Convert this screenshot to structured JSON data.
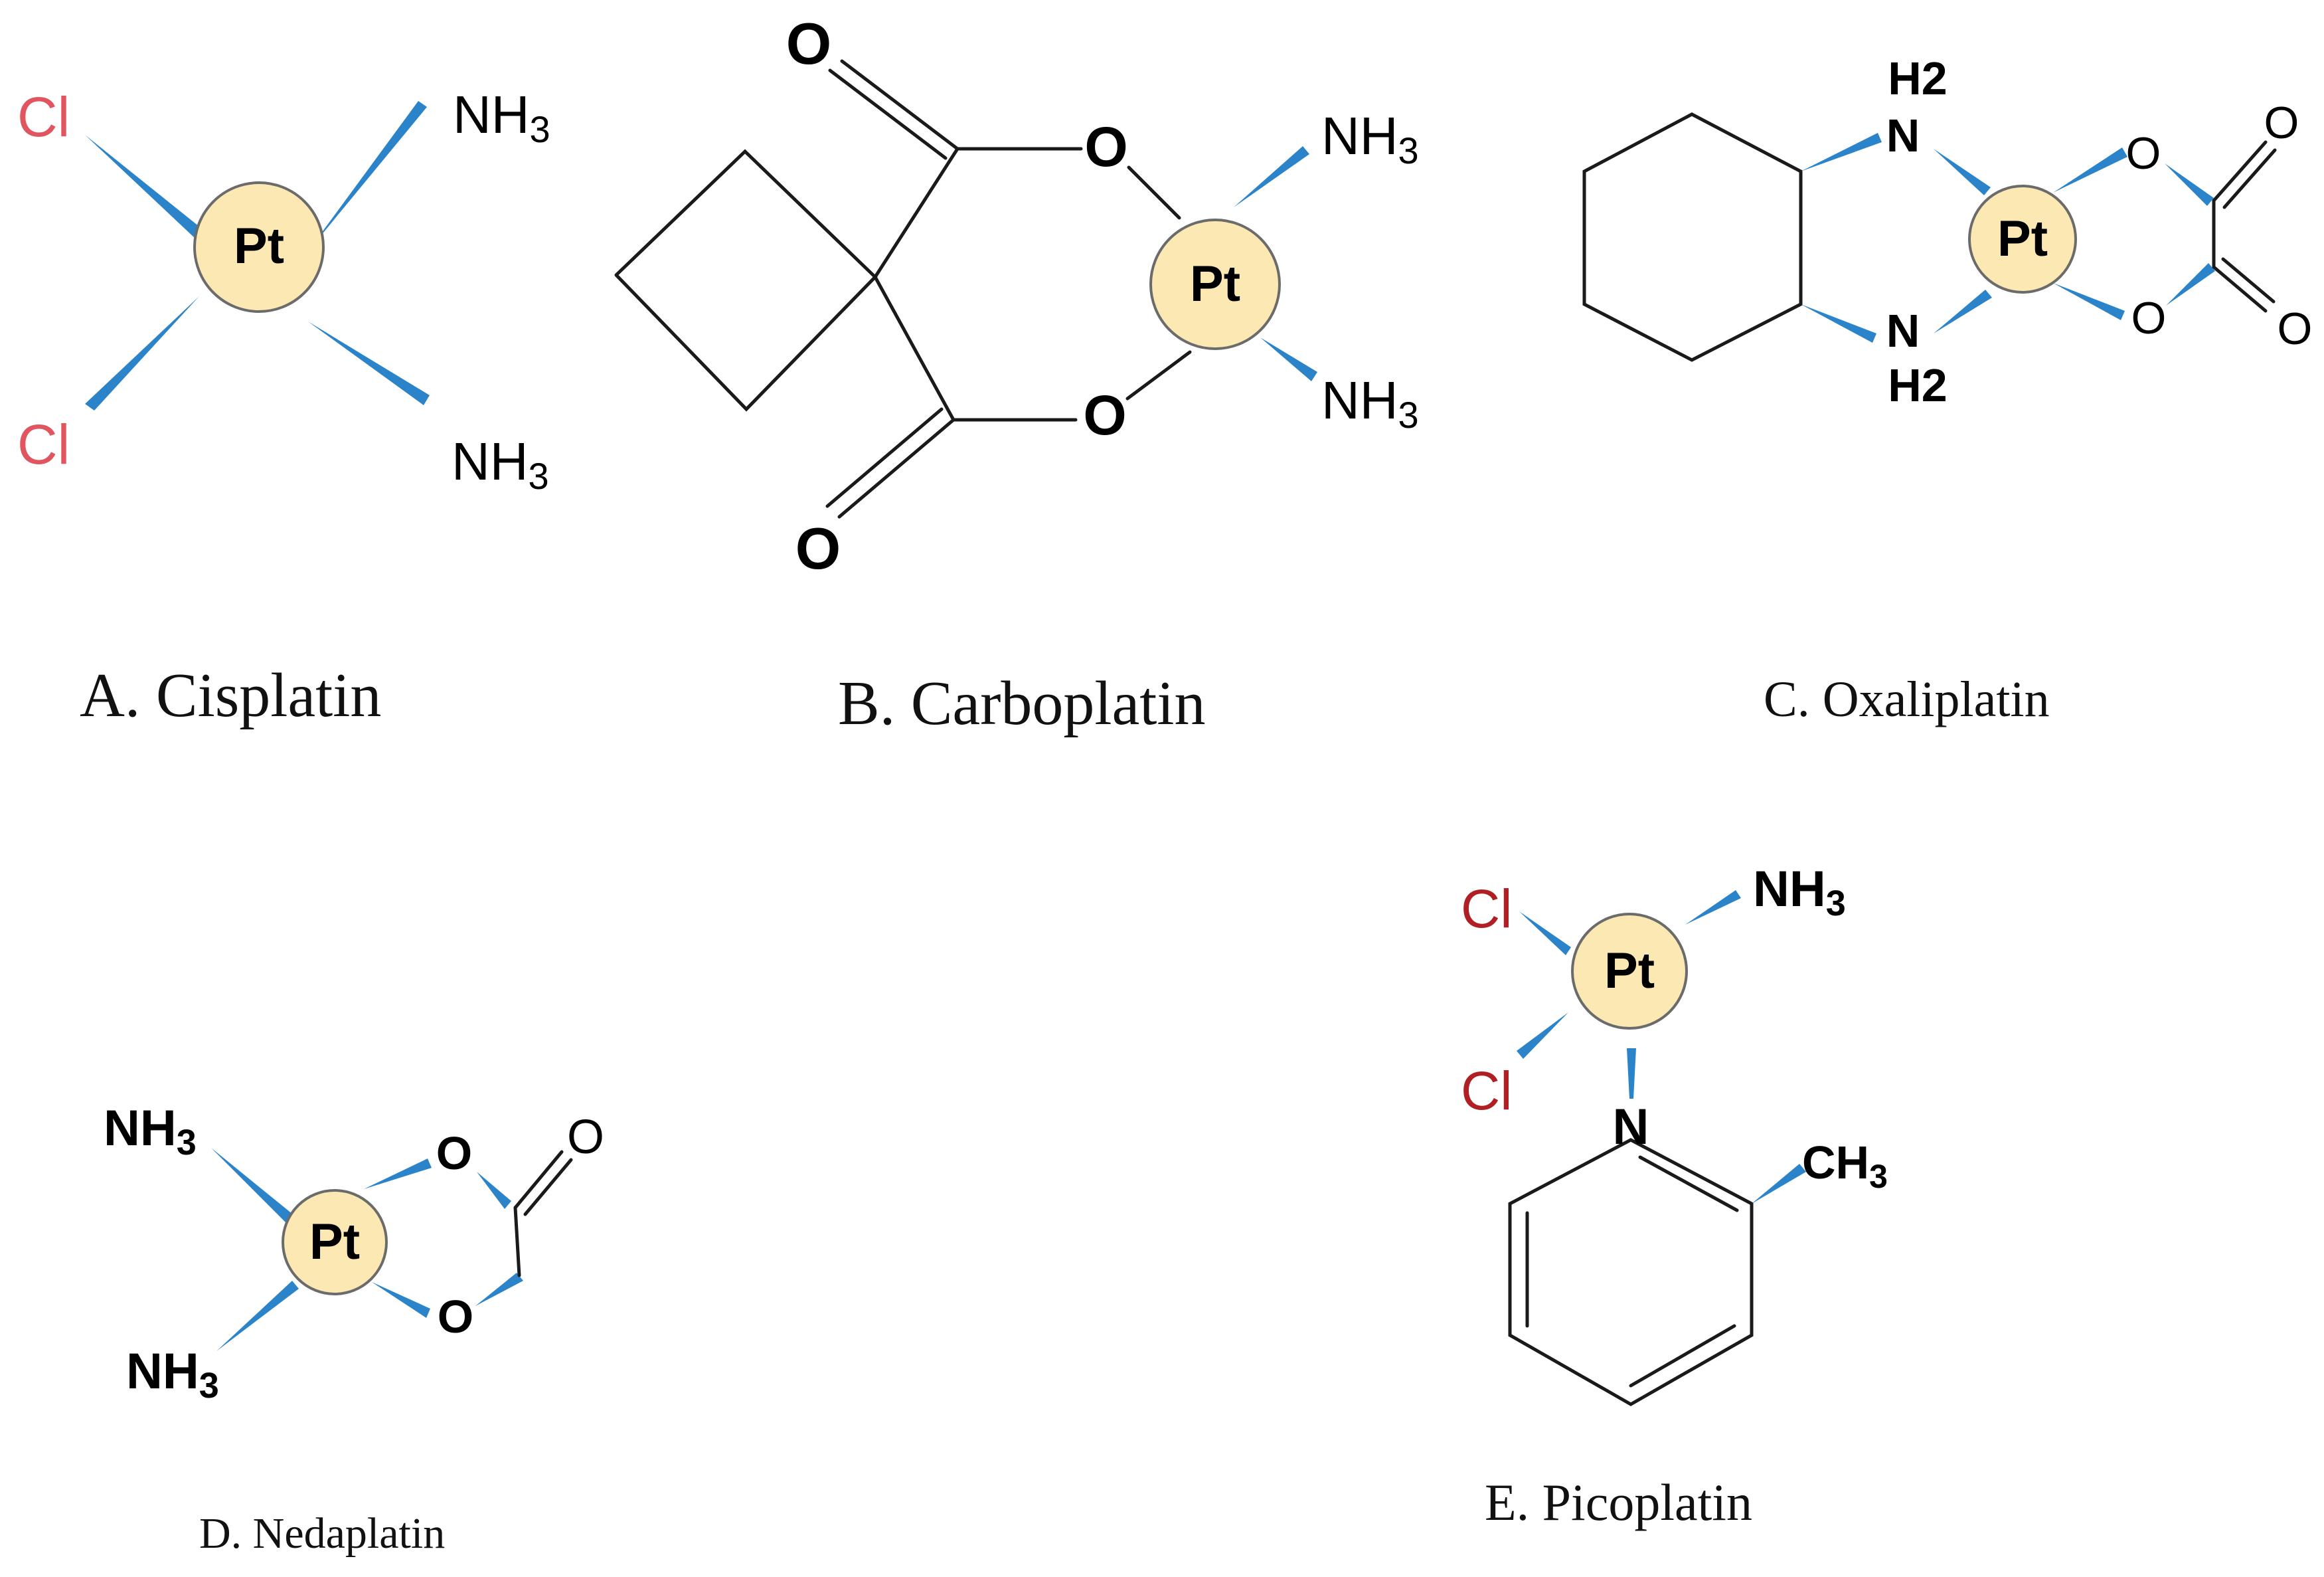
{
  "colors": {
    "wedge": "#2b84c9",
    "pt_fill": "#fbe8b2",
    "pt_stroke": "#6b6b6b",
    "cl_pink": "#e0555f",
    "cl_red": "#b01f24",
    "bond": "#1a1a1a"
  },
  "molecules": {
    "cisplatin": {
      "caption": "A. Cisplatin",
      "center": "Pt",
      "ligand_cl_top": "Cl",
      "ligand_cl_bottom": "Cl",
      "ligand_nh3_top": "NH",
      "ligand_nh3_top_sub": "3",
      "ligand_nh3_bottom": "NH",
      "ligand_nh3_bottom_sub": "3"
    },
    "carboplatin": {
      "caption": "B. Carboplatin",
      "center": "Pt",
      "carbonyl_o_top": "O",
      "carbonyl_o_bottom": "O",
      "ester_o_top": "O",
      "ester_o_bottom": "O",
      "ligand_nh3_top": "NH",
      "ligand_nh3_top_sub": "3",
      "ligand_nh3_bottom": "NH",
      "ligand_nh3_bottom_sub": "3"
    },
    "oxaliplatin": {
      "caption": "C. Oxaliplatin",
      "center": "Pt",
      "amine_h_top": "H2",
      "amine_n_top": "N",
      "amine_n_bottom": "N",
      "amine_h_bottom": "H2",
      "ester_o_top": "O",
      "ester_o_bottom": "O",
      "carbonyl_o_top": "O",
      "carbonyl_o_bottom": "O"
    },
    "nedaplatin": {
      "caption": "D. Nedaplatin",
      "center": "Pt",
      "ligand_nh3_top": "NH",
      "ligand_nh3_top_sub": "3",
      "ligand_nh3_bottom": "NH",
      "ligand_nh3_bottom_sub": "3",
      "ester_o_top": "O",
      "ester_o_bottom": "O",
      "carbonyl_o": "O"
    },
    "picoplatin": {
      "caption": "E. Picoplatin",
      "center": "Pt",
      "ligand_cl_top": "Cl",
      "ligand_cl_bottom": "Cl",
      "ligand_nh3": "NH",
      "ligand_nh3_sub": "3",
      "pyridine_n": "N",
      "methyl": "CH",
      "methyl_sub": "3"
    }
  }
}
